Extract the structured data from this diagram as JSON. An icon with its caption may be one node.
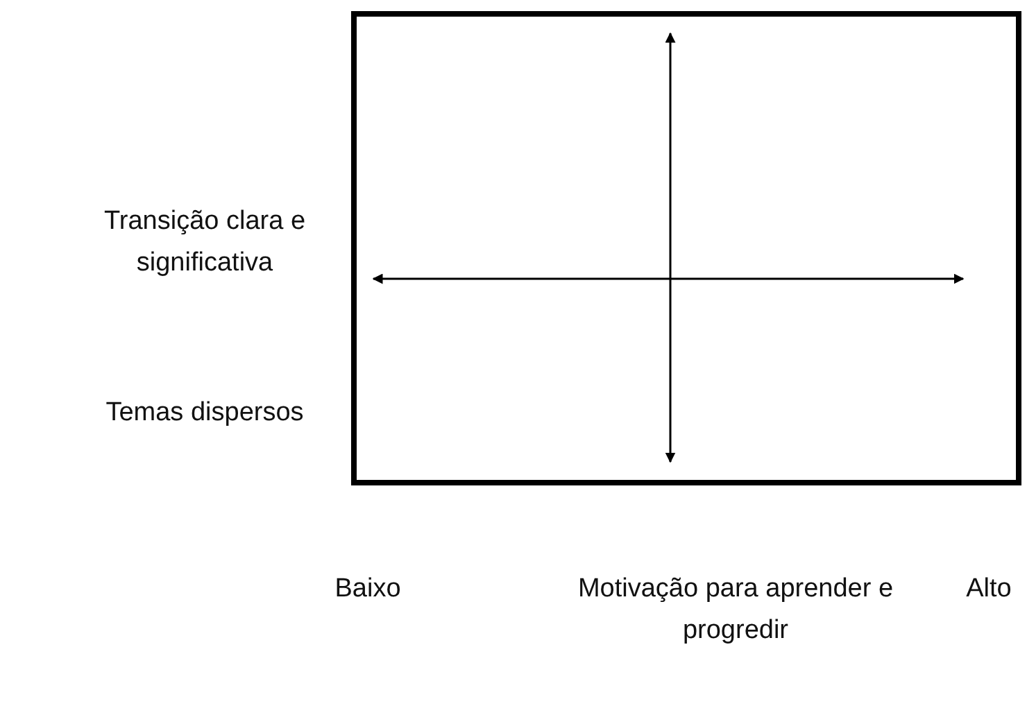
{
  "diagram": {
    "labels": [
      "Transição clara e significativa",
      "Temas dispersos",
      "Baixo",
      "Motivação para aprender e progredir",
      "Alto"
    ]
  }
}
